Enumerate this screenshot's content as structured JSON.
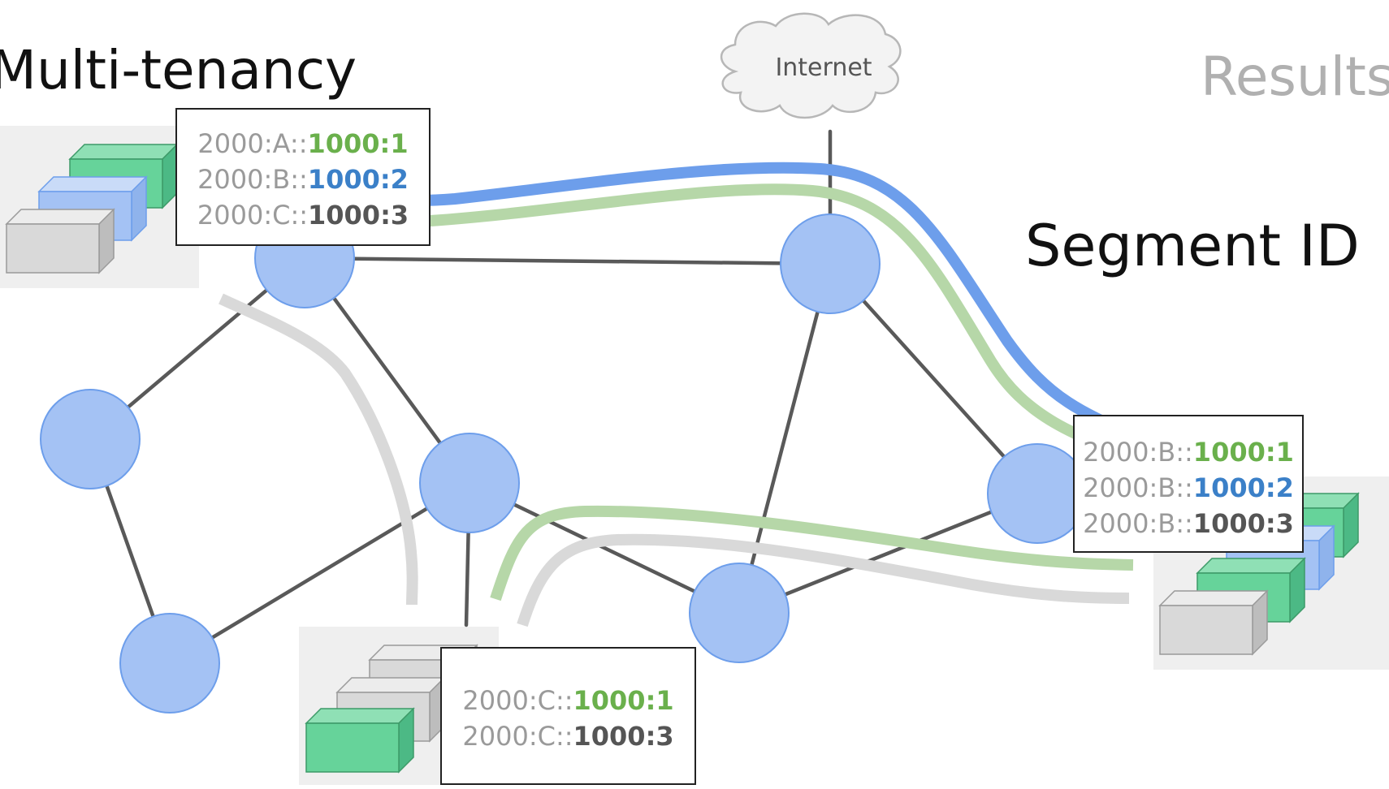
{
  "titles": {
    "left": "Multi-tenancy",
    "right": "Results",
    "segment_id": "Segment ID"
  },
  "internet": {
    "label": "Internet"
  },
  "address_boxes": {
    "a": {
      "lines": [
        {
          "prefix": "2000:A::",
          "sid": "1000:1",
          "color": "#6ab04c"
        },
        {
          "prefix": "2000:B::",
          "sid": "1000:2",
          "color": "#3b80c8"
        },
        {
          "prefix": "2000:C::",
          "sid": "1000:3",
          "color": "#555555"
        }
      ]
    },
    "b": {
      "lines": [
        {
          "prefix": "2000:B::",
          "sid": "1000:1",
          "color": "#6ab04c"
        },
        {
          "prefix": "2000:B::",
          "sid": "1000:2",
          "color": "#3b80c8"
        },
        {
          "prefix": "2000:B::",
          "sid": "1000:3",
          "color": "#555555"
        }
      ]
    },
    "c": {
      "lines": [
        {
          "prefix": "2000:C::",
          "sid": "1000:1",
          "color": "#6ab04c"
        },
        {
          "prefix": "2000:C::",
          "sid": "1000:3",
          "color": "#555555"
        }
      ]
    }
  },
  "colors": {
    "node_fill": "#a4c2f4",
    "node_stroke": "#6d9eeb",
    "link": "#595959",
    "path_blue": "#6d9eeb",
    "path_green": "#b6d7a8",
    "path_gray": "#d9d9d9",
    "server_green": "#66d39a",
    "server_blue": "#a4c2f4",
    "server_gray": "#d9d9d9",
    "rack_bg": "#efefef"
  }
}
